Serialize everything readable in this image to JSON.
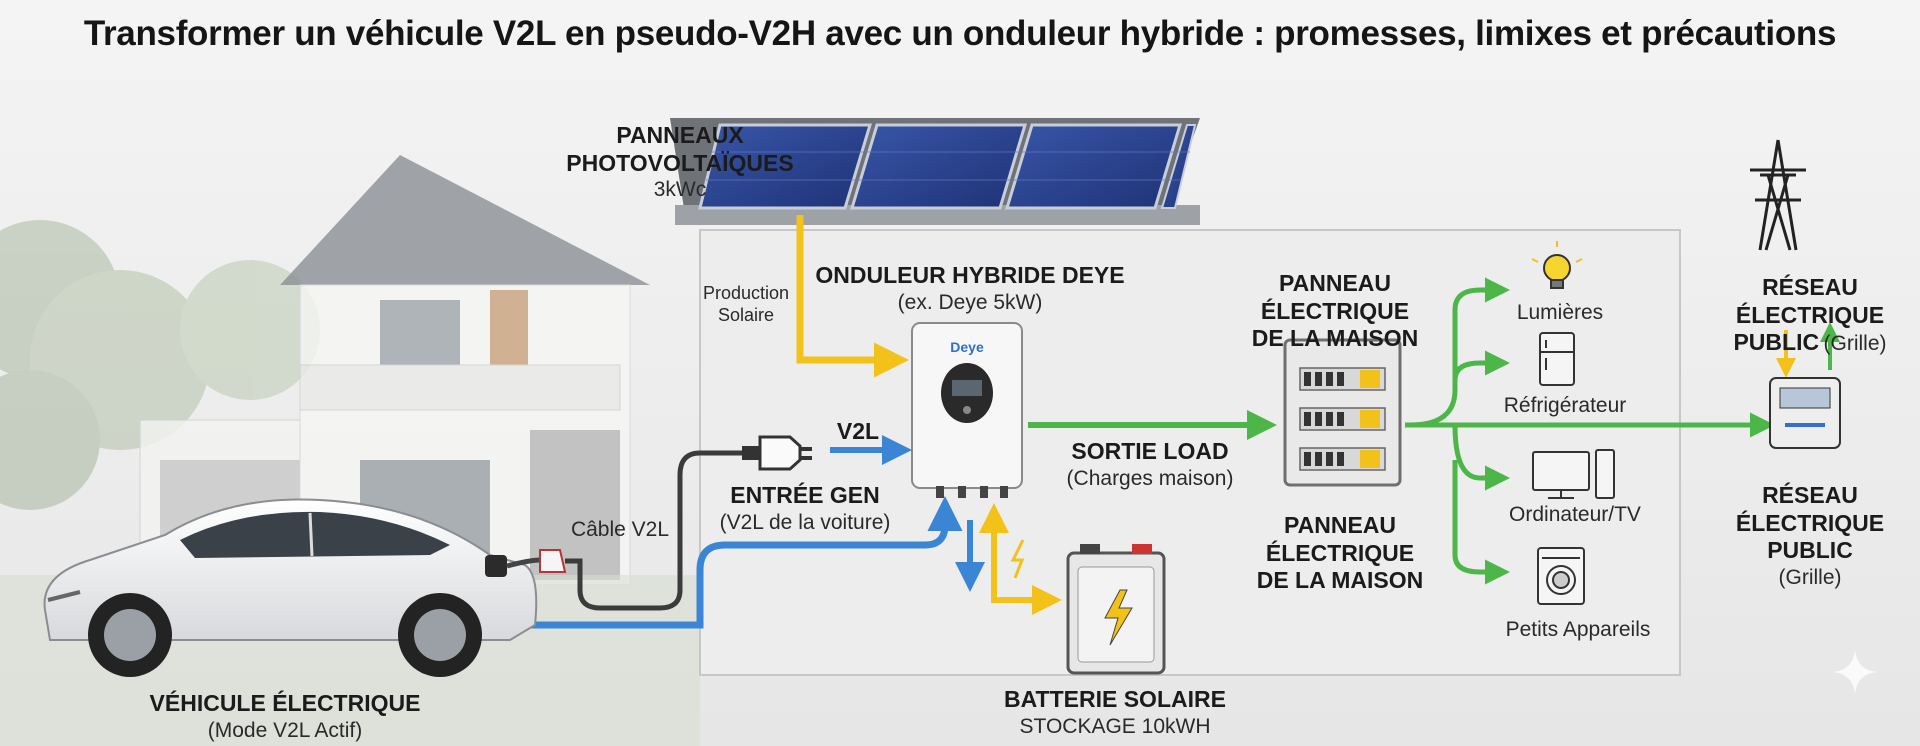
{
  "title": "Transformer un véhicule V2L en pseudo-V2H avec un onduleur hybride : promesses, limixes et précautions",
  "solar_panels": {
    "title_line1": "PANNEAUX",
    "title_line2": "PHOTOVOLTAÏQUES",
    "power": "3kWc"
  },
  "solar_production": {
    "line1": "Production",
    "line2": "Solaire"
  },
  "inverter": {
    "title": "ONDULEUR HYBRIDE DEYE",
    "model": "(ex. Deye 5kW)",
    "brand": "Deye"
  },
  "v2l_arrow_label": "V2L",
  "gen_input": {
    "title": "ENTRÉE GEN",
    "sub": "(V2L de la voiture)"
  },
  "cable_label": "Câble V2L",
  "load_output": {
    "title": "SORTIE LOAD",
    "sub": "(Charges maison)"
  },
  "house_panel_top": {
    "line1": "PANNEAU ÉLECTRIQUE",
    "line2": "DE LA MAISON"
  },
  "house_panel_bottom": {
    "line1": "PANNEAU",
    "line2": "ÉLECTRIQUE",
    "line3": "DE LA MAISON"
  },
  "appliances": {
    "lights": "Lumières",
    "fridge": "Réfrigérateur",
    "computer": "Ordinateur/TV",
    "small": "Petits Appareils"
  },
  "grid_top": {
    "line1": "RÉSEAU ÉLECTRIQUE",
    "line2_bold": "PUBLIC",
    "line2_rest": "(Grille)"
  },
  "grid_bottom": {
    "line1": "RÉSEAU",
    "line2": "ÉLECTRIQUE",
    "line3": "PUBLIC",
    "line4": "(Grille)"
  },
  "vehicle": {
    "title": "VÉHICULE ÉLECTRIQUE",
    "sub": "(Mode V2L Actif)"
  },
  "battery": {
    "title": "BATTERIE SOLAIRE",
    "sub": "STOCKAGE 10kWH"
  },
  "colors": {
    "solar": "#f2c21b",
    "v2l": "#3a86d4",
    "load": "#4cb748",
    "cable": "#3b3b3b"
  }
}
